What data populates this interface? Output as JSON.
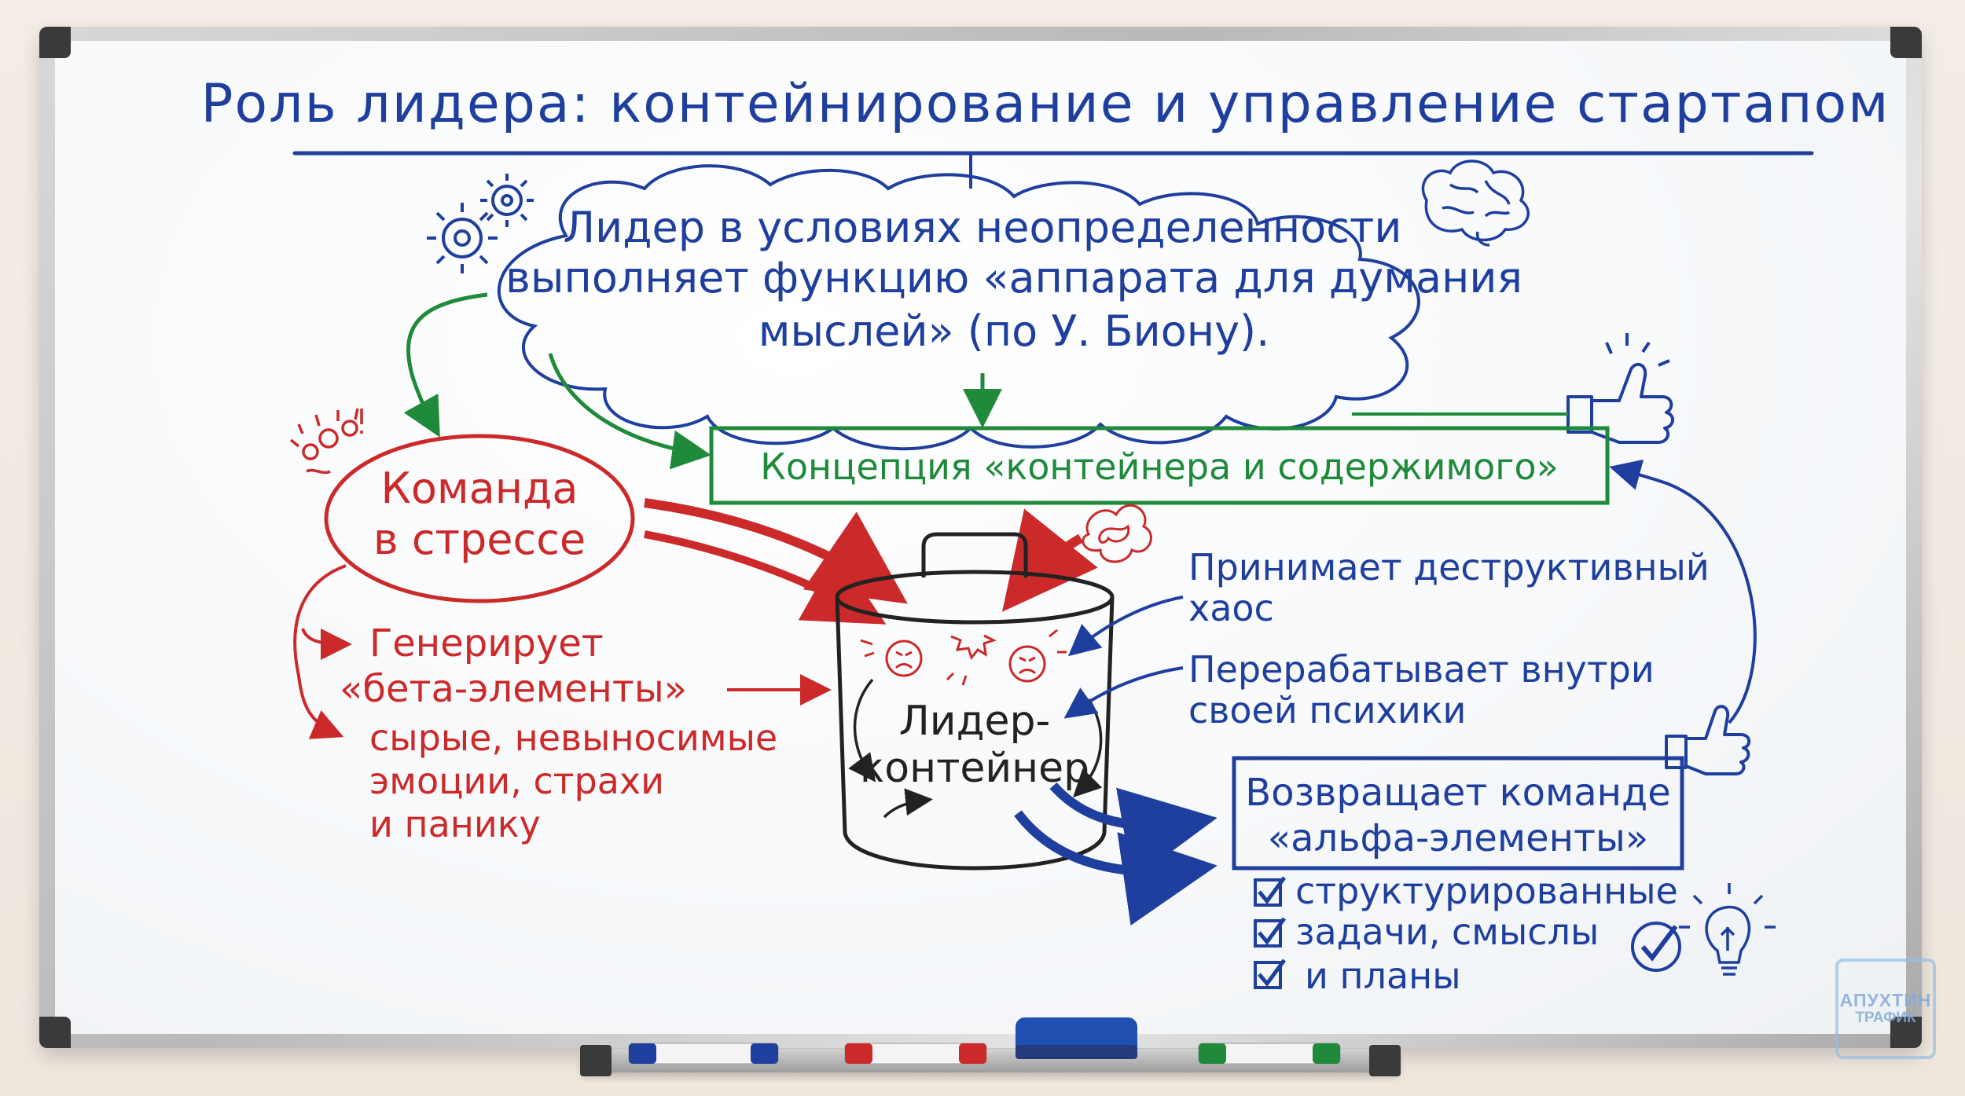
{
  "title": "Роль лидера: контейнирование и управление стартапом",
  "thought_cloud": {
    "line1": "Лидер в условиях неопределенности",
    "line2": "выполняет функцию «аппарата для думания",
    "line3": "мыслей» (по У. Биону)."
  },
  "concept_box": "Концепция «контейнера и содержимого»",
  "team_ellipse": {
    "line1": "Команда",
    "line2": "в стрессе"
  },
  "generates": {
    "line1": "Генерирует",
    "line2": "«бета-элементы»"
  },
  "raw_emotions": {
    "line1": "сырые, невыносимые",
    "line2": "эмоции, страхи",
    "line3": "и панику"
  },
  "container": {
    "line1": "Лидер-",
    "line2": "контейнер"
  },
  "accepts": {
    "line1": "Принимает деструктивный",
    "line2": "хаос"
  },
  "processes": {
    "line1": "Перерабатывает внутри",
    "line2": "своей психики"
  },
  "returns_box": {
    "line1": "Возвращает команде",
    "line2": "«альфа-элементы»"
  },
  "checklist": [
    "структурированные",
    "задачи, смыслы",
    "и планы"
  ],
  "watermark": {
    "line1": "АПУХТИН",
    "line2": "ТРАФИК"
  },
  "colors": {
    "blue": "#1f3f9e",
    "red": "#cc2a2a",
    "green": "#1f8a3a",
    "board": "#f7f9fb"
  },
  "icons": [
    "gears-icon",
    "brain-icon",
    "thumbs-up-icon",
    "stress-scribble-icon",
    "chaos-scribble-icon",
    "checkmark-circle-icon",
    "lightbulb-icon"
  ]
}
